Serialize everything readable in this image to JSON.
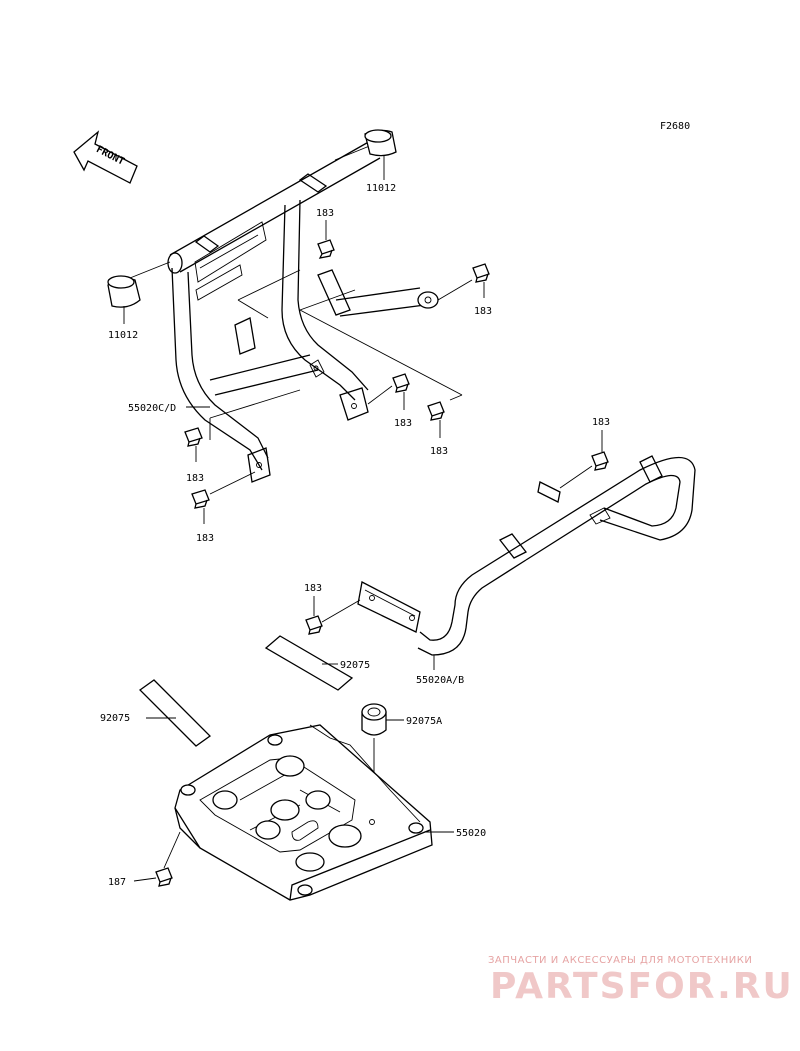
{
  "figure_code": "F2680",
  "front_label": "FRONT",
  "callouts": {
    "grip_right": "11012",
    "grip_left": "11012",
    "bolt_top_center": "183",
    "bolt_top_right": "183",
    "bolt_mid_a": "183",
    "bolt_mid_b": "183",
    "bolt_left_upper": "183",
    "bolt_left_lower": "183",
    "bolt_rear_right": "183",
    "bolt_rear_mid": "183",
    "front_guard": "55020C/D",
    "rear_guard": "55020A/B",
    "pad_upper": "92075",
    "pad_lower": "92075",
    "damper": "92075A",
    "skid_plate": "55020",
    "bolt_skid": "187"
  },
  "watermark": {
    "top_line": "ЗАПЧАСТИ И АКСЕССУАРЫ ДЛЯ МОТОТЕХНИКИ",
    "brand": "PARTSFOR.RU"
  }
}
